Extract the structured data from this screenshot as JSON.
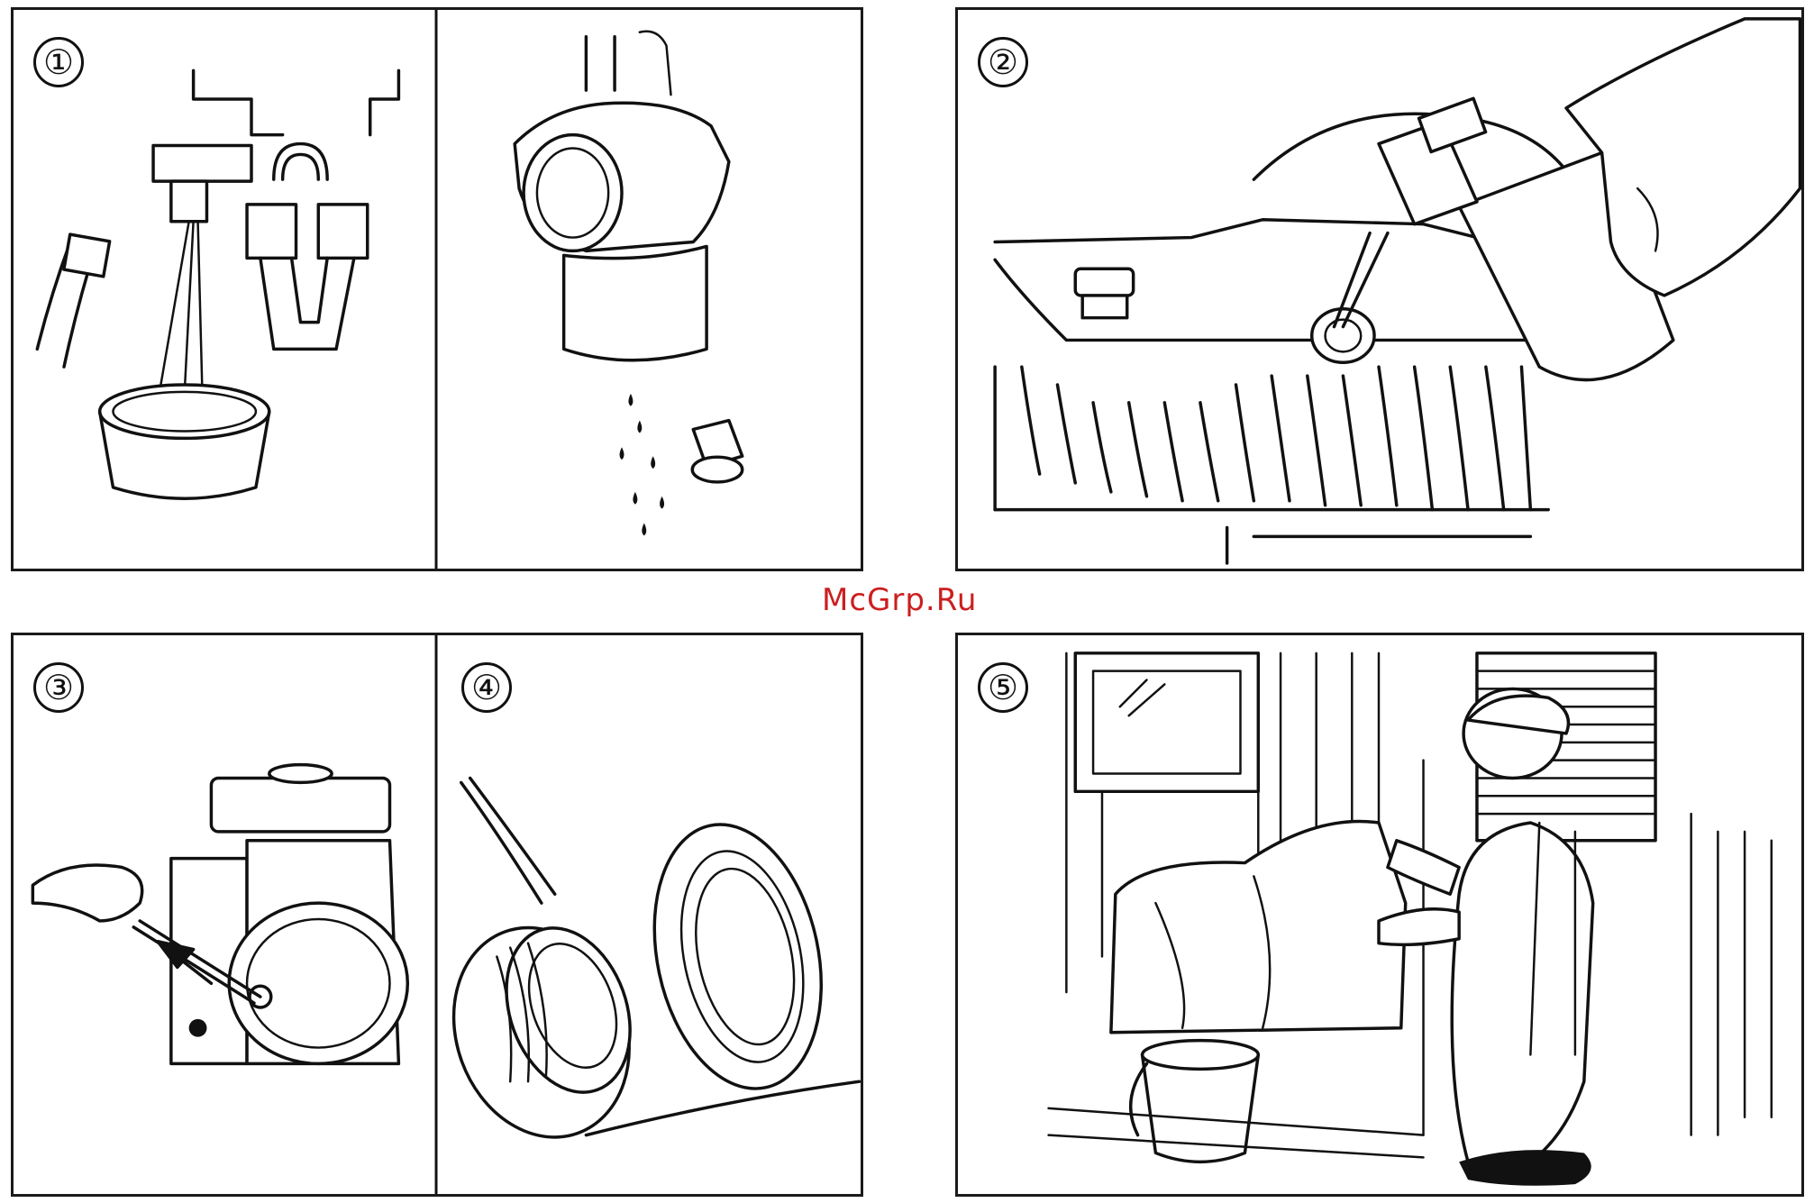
{
  "steps": [
    {
      "id": 1,
      "label": "①"
    },
    {
      "id": 2,
      "label": "②"
    },
    {
      "id": 3,
      "label": "③"
    },
    {
      "id": 4,
      "label": "④"
    },
    {
      "id": 5,
      "label": "⑤"
    }
  ],
  "watermark": "McGrp.Ru",
  "colors": {
    "line": "#111111",
    "watermark": "#cc1f1f",
    "background": "#ffffff"
  }
}
